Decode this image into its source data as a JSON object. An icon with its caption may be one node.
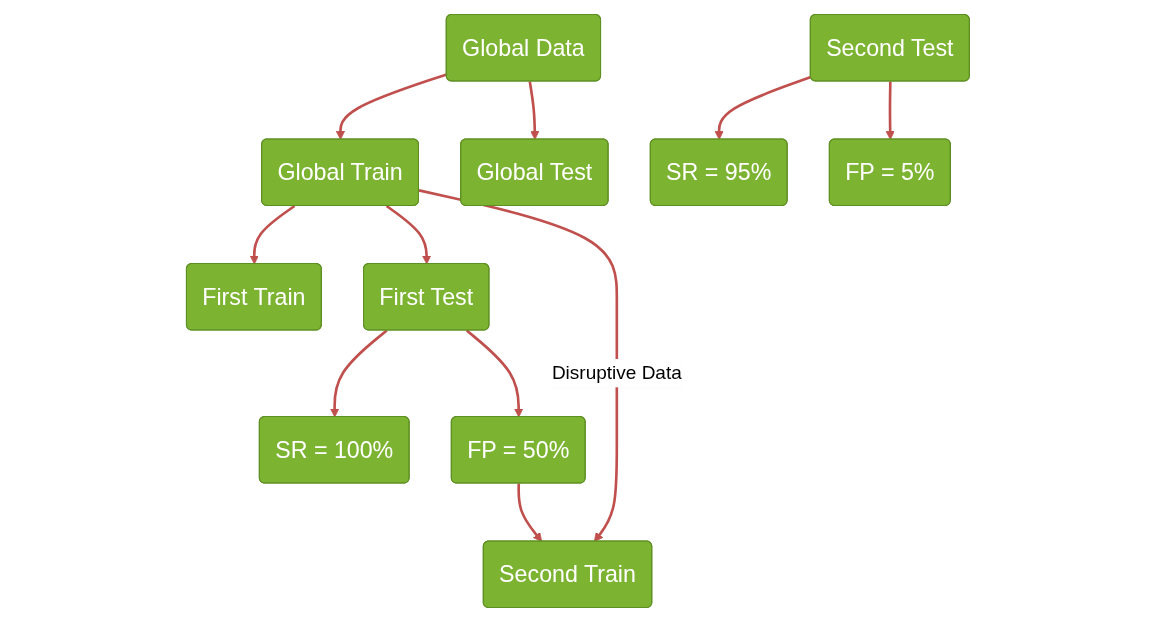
{
  "diagram": {
    "nodes": [
      {
        "text": [
          "Global Data"
        ]
      },
      {
        "text": [
          "Global Train"
        ]
      },
      {
        "text": [
          "Global Test"
        ]
      },
      {
        "text": [
          "First Train"
        ]
      },
      {
        "text": [
          "First Test"
        ]
      },
      {
        "text": [
          "SR = 100%"
        ]
      },
      {
        "text": [
          "FP = 50%"
        ]
      },
      {
        "text": [
          "Second Train"
        ]
      },
      {
        "text": [
          "Second Test"
        ]
      },
      {
        "text": [
          "SR = 95%"
        ]
      },
      {
        "text": [
          "FP = 5%"
        ]
      }
    ],
    "edges": [
      {
        "from": 0,
        "to": 1,
        "arrow": "to"
      },
      {
        "from": 0,
        "to": 2,
        "arrow": "to"
      },
      {
        "from": 1,
        "to": 3,
        "arrow": "to"
      },
      {
        "from": 1,
        "to": 4,
        "arrow": "to"
      },
      {
        "from": 1,
        "to": 7,
        "arrow": "to",
        "label": "Disruptive Data"
      },
      {
        "from": 4,
        "to": 5,
        "arrow": "to"
      },
      {
        "from": 4,
        "to": 6,
        "arrow": "to"
      },
      {
        "from": 6,
        "to": 7,
        "arrow": "to"
      },
      {
        "from": 8,
        "to": 9,
        "arrow": "to"
      },
      {
        "from": 8,
        "to": 10,
        "arrow": "to"
      }
    ]
  }
}
